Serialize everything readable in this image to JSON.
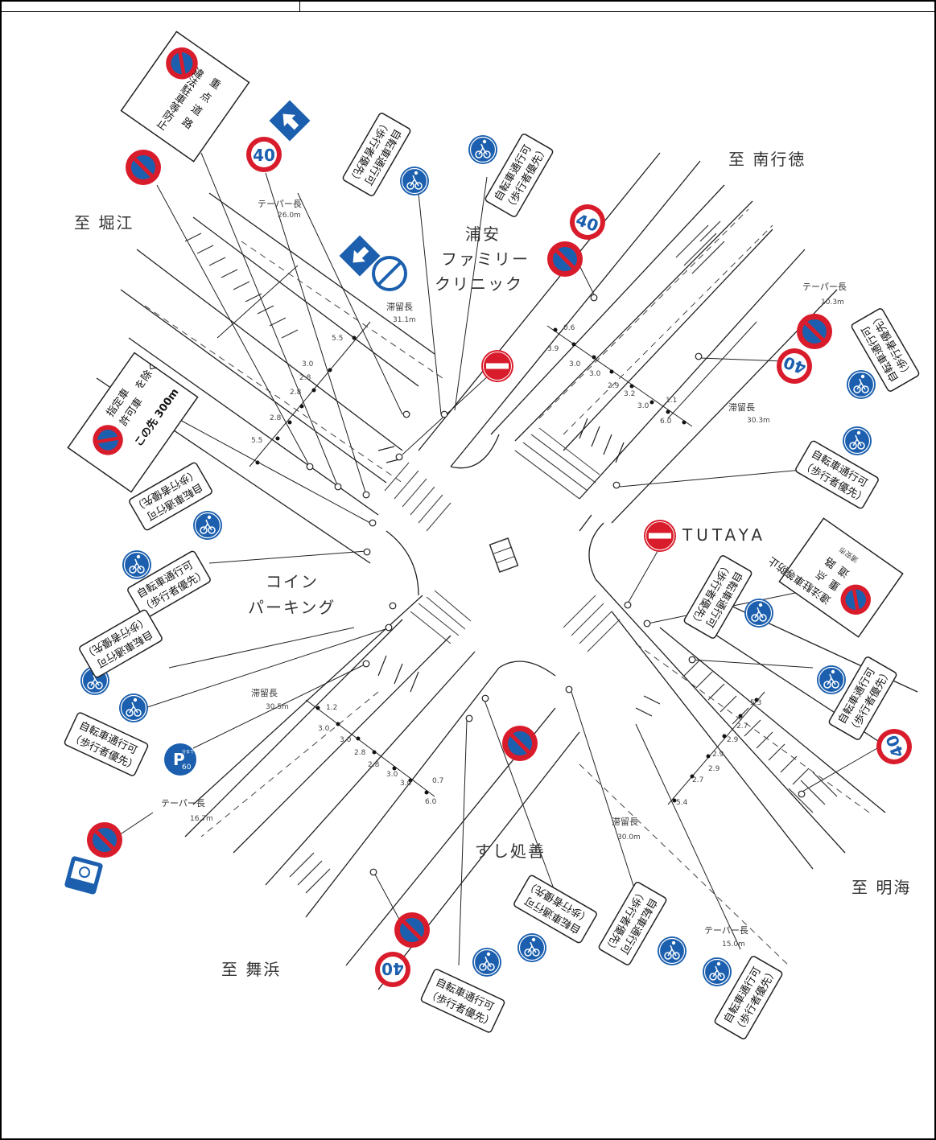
{
  "directions": {
    "to_minamigyotoku": "至 南行徳",
    "to_horie": "至 堀江",
    "to_maihama": "至 舞浜",
    "to_akemi": "至 明海"
  },
  "landmarks": {
    "clinic": [
      "浦安",
      "ファミリー",
      "クリニック"
    ],
    "coin_parking": [
      "コイン",
      "パーキング"
    ],
    "tutaya": "TUTAYA",
    "sushi": "すし処善"
  },
  "lane_info": {
    "nw_taper": [
      "テーパー長",
      "26.0m"
    ],
    "nw_queue": [
      "滞留長",
      "31.1m"
    ],
    "ne_taper": [
      "テーパー長",
      "10.3m"
    ],
    "ne_queue": [
      "滞留長",
      "30.3m"
    ],
    "sw_queue": [
      "滞留長",
      "30.5m"
    ],
    "sw_taper": [
      "テーパー長",
      "16.7m"
    ],
    "se_queue": [
      "滞留長",
      "30.0m"
    ],
    "se_taper": [
      "テーパー長",
      "15.0m"
    ]
  },
  "lane_widths": {
    "nw": [
      "5.5",
      "3.0",
      "2.8",
      "2.8",
      "2.8",
      "5.5"
    ],
    "ne": [
      "0.6",
      "3.9",
      "3.0",
      "3.0",
      "2.9",
      "3.2",
      "3.0",
      "1.1",
      "6.0"
    ],
    "sw": [
      "1.2",
      "3.0",
      "3.0",
      "2.8",
      "2.8",
      "3.0",
      "3.0",
      "0.7",
      "6.0"
    ],
    "se": [
      "5.3",
      "2.7",
      "2.9",
      "2.9",
      "2.9",
      "2.7",
      "5.4"
    ]
  },
  "signs": {
    "bicycle_permitted": [
      "自転車通行可",
      "（歩行者優先）"
    ],
    "speed_limit": "40",
    "designated_vehicle": {
      "line1": "指定車",
      "line2": "許可車",
      "except": "を除く",
      "distance": "この先 300m"
    },
    "no_parking_plate": [
      "違法駐車等防止",
      "重",
      "点",
      "道",
      "路"
    ],
    "no_parking_plate_small": "浦安市",
    "parking_60": "P",
    "parking_60_min": "60",
    "parking_60_small": "分まで"
  },
  "colors": {
    "sign_blue": "#1b5fae",
    "sign_red": "#d91c2b",
    "line": "#222222"
  }
}
